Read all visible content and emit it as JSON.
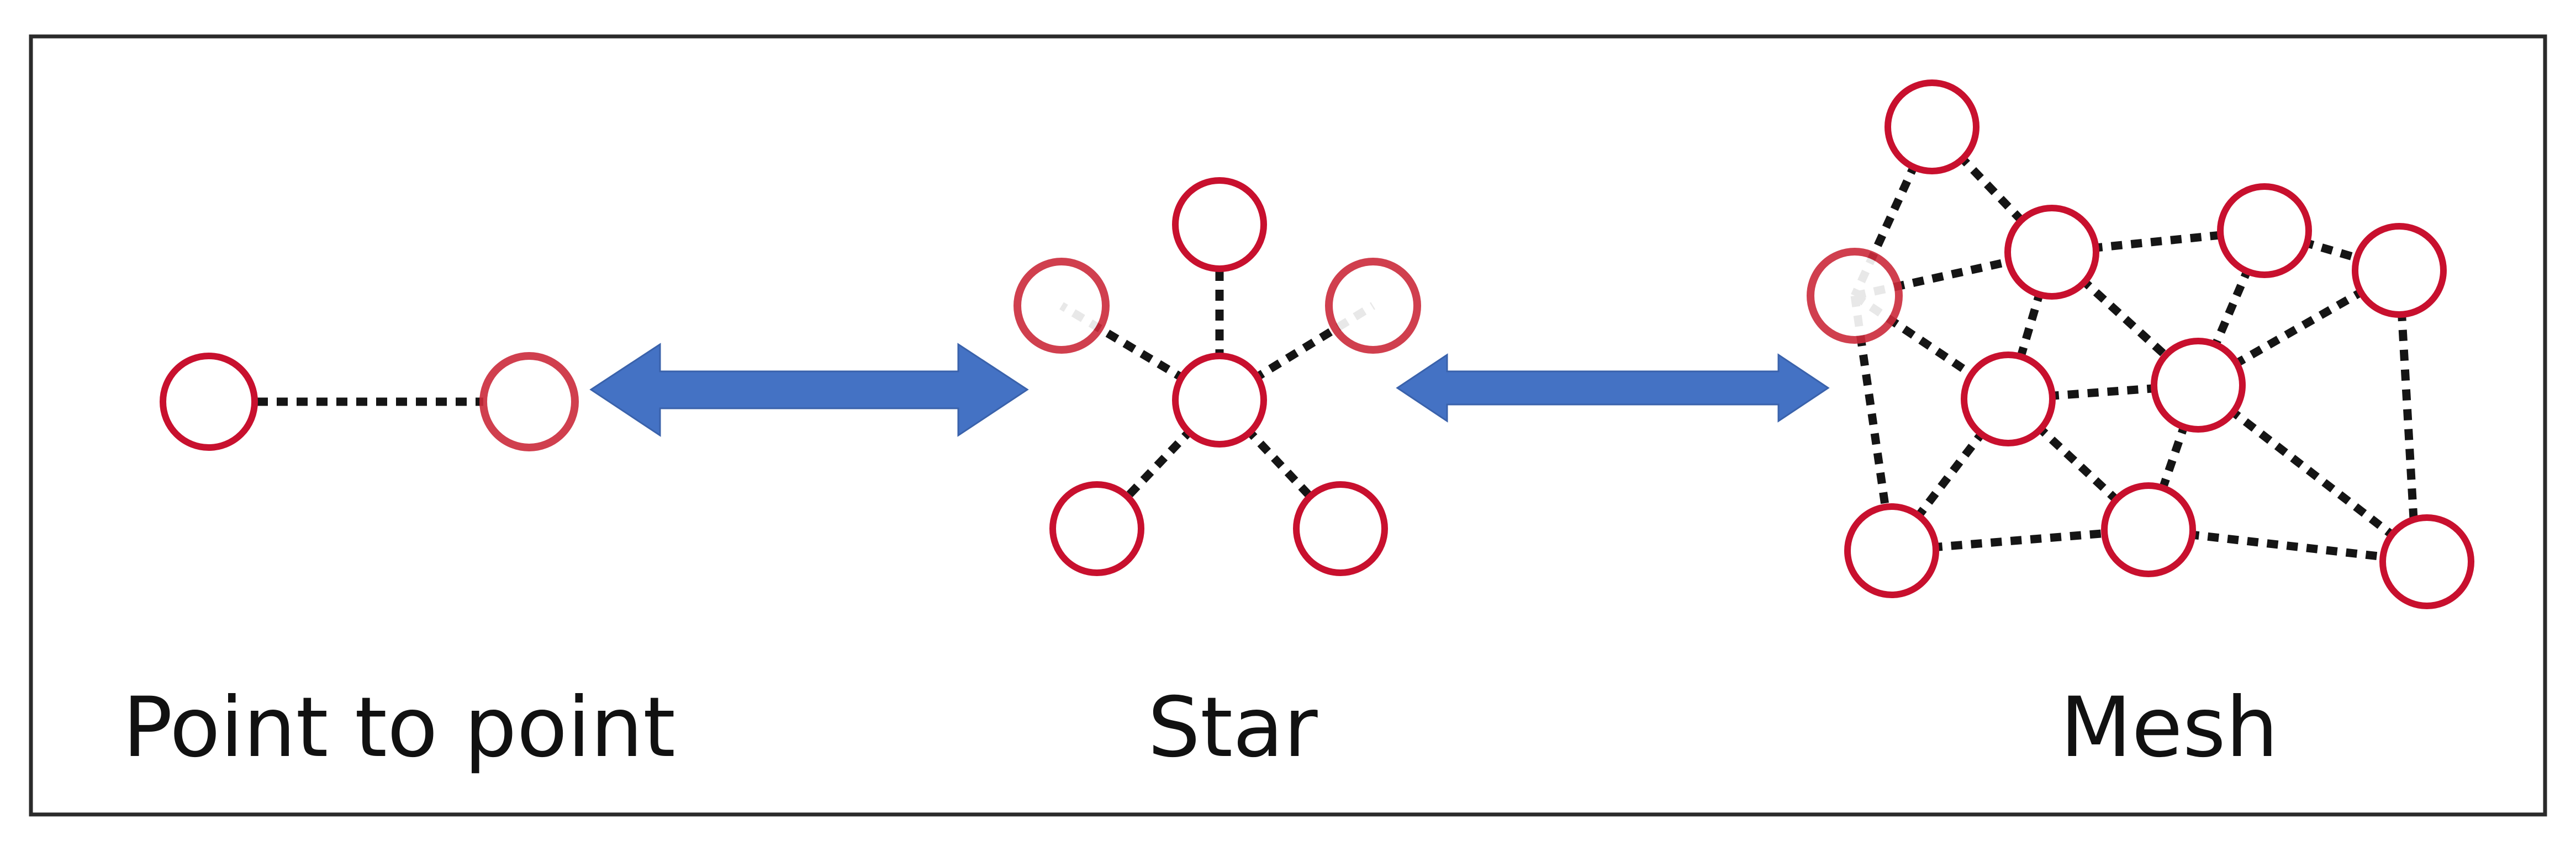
{
  "labels": {
    "point_to_point": "Point to point",
    "star": "Star",
    "mesh": "Mesh"
  },
  "colors": {
    "node_stroke": "#c8102e",
    "node_fill": "#ffffff",
    "link": "#151515",
    "arrow": "#4472c4",
    "frame": "#2b2b2b",
    "text": "#111111"
  }
}
